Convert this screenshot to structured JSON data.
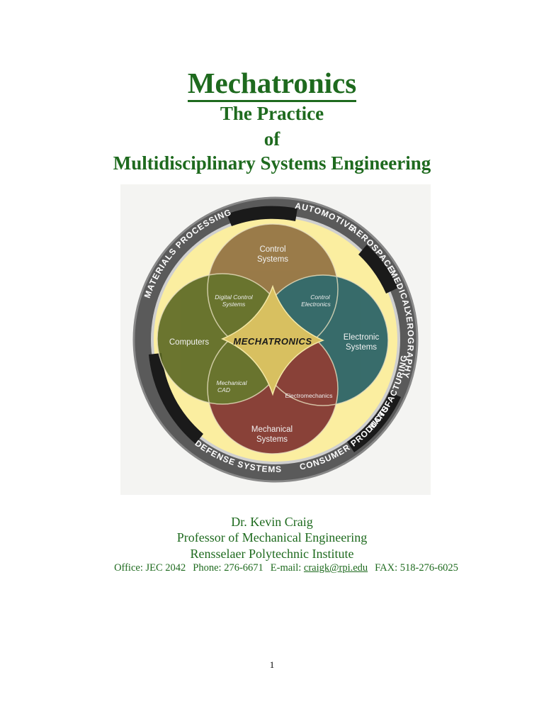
{
  "title": "Mechatronics",
  "subtitle": {
    "line1": "The Practice",
    "line2": "of",
    "line3": "Multidisciplinary Systems Engineering"
  },
  "diagram": {
    "center": "MECHATRONICS",
    "circles": {
      "control_line1": "Control",
      "control_line2": "Systems",
      "computers": "Computers",
      "electronic_line1": "Electronic",
      "electronic_line2": "Systems",
      "mechanical_line1": "Mechanical",
      "mechanical_line2": "Systems"
    },
    "overlaps": {
      "digital_control_line1": "Digital Control",
      "digital_control_line2": "Systems",
      "control_electronics_line1": "Control",
      "control_electronics_line2": "Electronics",
      "mechanical_cad_line1": "Mechanical",
      "mechanical_cad_line2": "CAD",
      "electromechanics": "Electromechanics"
    },
    "ring_labels": {
      "automotive": "AUTOMOTIVE",
      "aerospace": "AEROSPACE",
      "medical": "MEDICAL",
      "xerography": "XEROGRAPHY",
      "defense_systems": "DEFENSE SYSTEMS",
      "consumer_products": "CONSUMER PRODUCTS",
      "manufacturing": "MANUFACTURING",
      "materials_processing": "MATERIALS PROCESSING"
    },
    "colors": {
      "control": "#8c6b3c",
      "computers": "#56641f",
      "electronic": "#1c5a63",
      "mechanical": "#7a2a2a",
      "center": "#d8c060",
      "ring_fill": "#fbeea0",
      "outer_ring": "#555555"
    }
  },
  "author": {
    "name": "Dr. Kevin Craig",
    "position": "Professor of Mechanical Engineering",
    "institution": "Rensselaer Polytechnic Institute"
  },
  "contact": {
    "office_label": "Office:",
    "office": "JEC 2042",
    "phone_label": "Phone:",
    "phone": "276-6671",
    "email_label": "E-mail:",
    "email": "craigk@rpi.edu",
    "fax_label": "FAX:",
    "fax": "518-276-6025"
  },
  "page_number": "1"
}
